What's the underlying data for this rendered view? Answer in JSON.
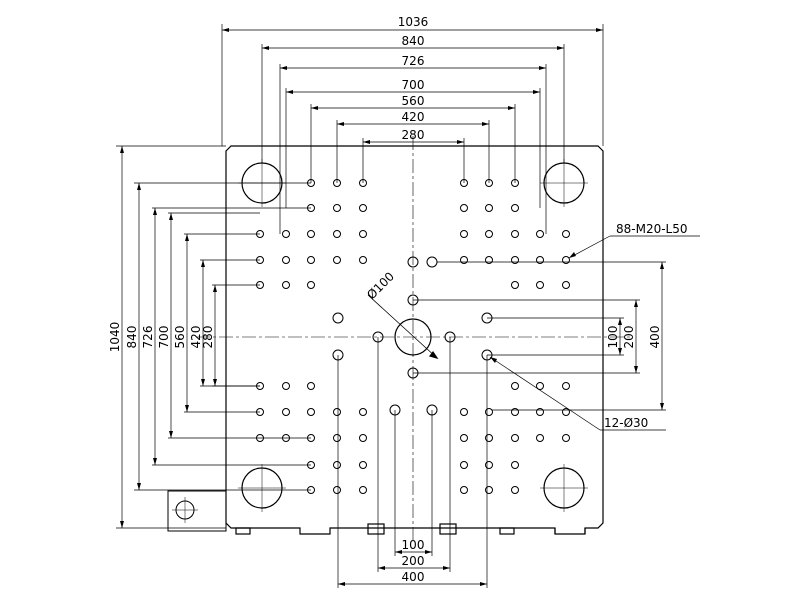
{
  "drawing": {
    "horizontal_dims": {
      "d1036": "1036",
      "d840": "840",
      "d726": "726",
      "d700": "700",
      "d560": "560",
      "d420": "420",
      "d280": "280"
    },
    "vertical_dims": {
      "d1040": "1040",
      "d840": "840",
      "d726": "726",
      "d700": "700",
      "d560": "560",
      "d420": "420",
      "d280": "280"
    },
    "right_dims": {
      "d100": "100",
      "d200": "200",
      "d400": "400"
    },
    "bottom_dims": {
      "d100": "100",
      "d200": "200",
      "d400": "400"
    },
    "center_dia": "Ø100",
    "note_threads": "88-M20-L50",
    "note_holes": "12-Ø30"
  }
}
